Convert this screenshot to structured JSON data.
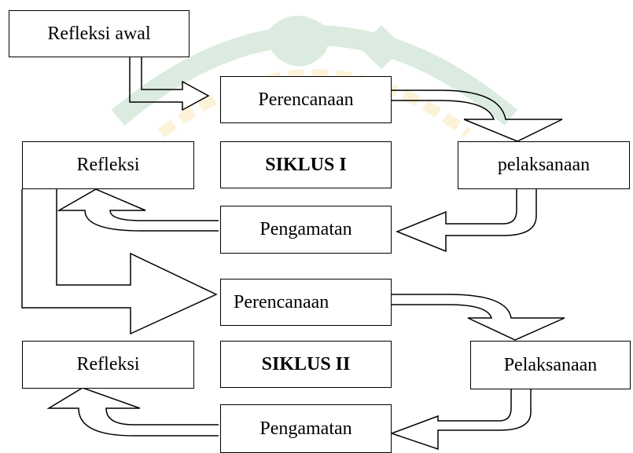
{
  "diagram": {
    "start": "Refleksi awal",
    "cycle1": {
      "label": "SIKLUS I",
      "planning": "Perencanaan",
      "acting": "pelaksanaan",
      "observing": "Pengamatan",
      "reflecting": "Refleksi"
    },
    "cycle2": {
      "label": "SIKLUS II",
      "planning": "Perencanaan",
      "acting": "Pelaksanaan",
      "observing": "Pengamatan",
      "reflecting": "Refleksi"
    }
  },
  "colors": {
    "watermark_green": "#2e8b3c",
    "watermark_gold": "#e7b416",
    "line": "#000000"
  }
}
